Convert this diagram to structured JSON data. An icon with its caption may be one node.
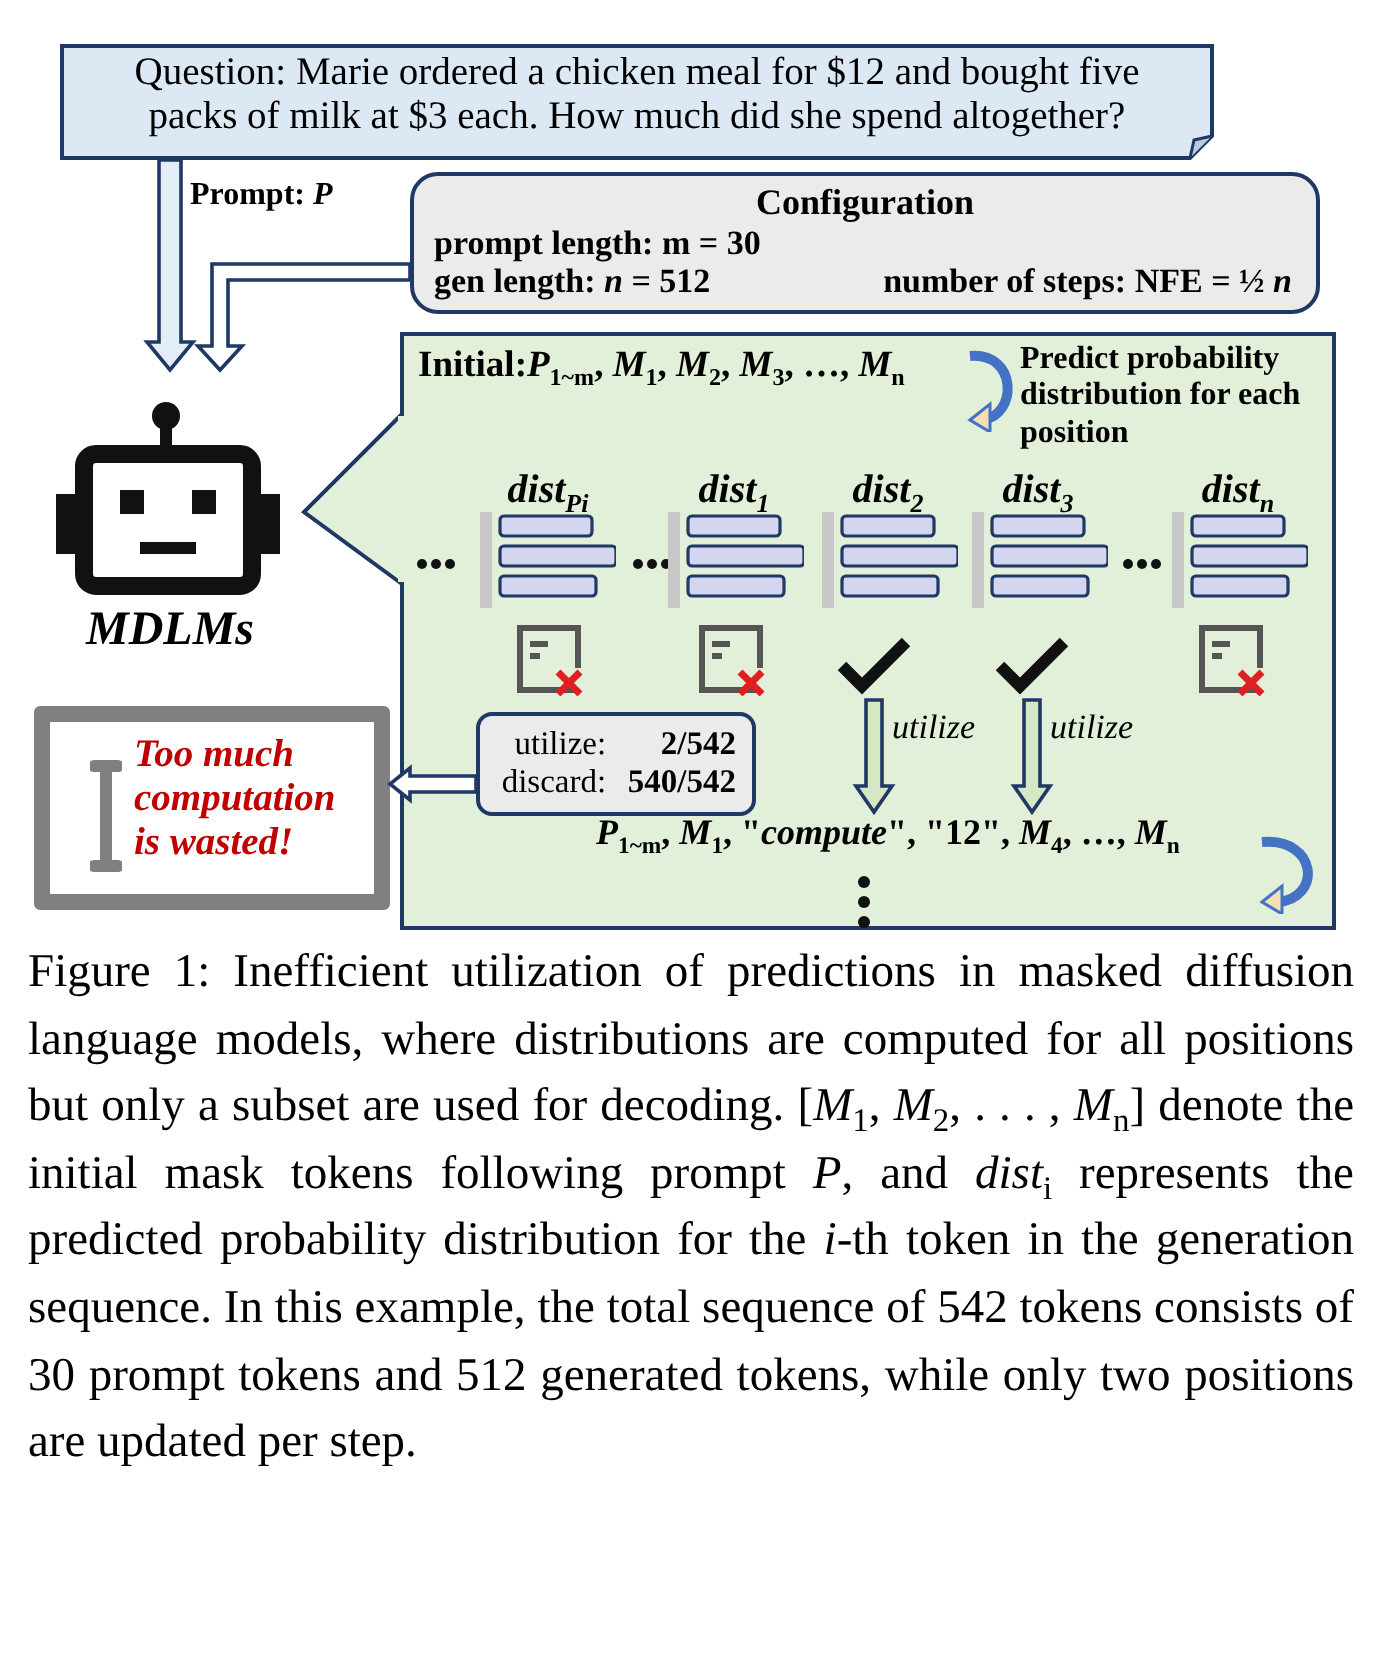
{
  "diagram": {
    "caption": "Figure 1: Inefficient utilization of predictions in masked diffusion language models, where distributions are computed for all positions but only a subset are used for decoding. [*M*$_{1}$, *M*$_{2}$, . . . , *M*$_{n}$] denote the initial mask tokens following prompt *P*, and *dist*$_{i}$ represents the predicted probability distribution for the *i*-th token in the generation sequence. In this example, the total sequence of 542 tokens consists of 30 prompt tokens and 512 generated tokens, while only two positions are updated per step.",
    "nodes": [
      {
        "text": [
          "Question: Marie ordered a chicken meal for $12 and bought five packs of milk at $3 each. How much did she spend altogether?"
        ]
      },
      {
        "text": [
          "Configuration",
          "prompt length: m = 30",
          "gen length: *n* = 512",
          "number of steps: NFE = ½ *n*"
        ]
      },
      {
        "text": [
          "MDLMs"
        ]
      },
      {
        "text": [
          "Initial:*P*$_{1~m}$, *M*$_{1}$, *M*$_{2}$, *M*$_{3}$, …, *M*$_{n}$",
          "Predict probability distribution for each position"
        ]
      },
      {
        "text": [
          "dist$_{Pi}$"
        ],
        "in": 3
      },
      {
        "text": [
          "dist$_{1}$"
        ],
        "in": 3
      },
      {
        "text": [
          "dist$_{2}$"
        ],
        "in": 3
      },
      {
        "text": [
          "dist$_{3}$"
        ],
        "in": 3
      },
      {
        "text": [
          "dist$_{n}$"
        ],
        "in": 3
      },
      {
        "text": [],
        "shape": "check",
        "in": 3
      },
      {
        "text": [],
        "shape": "check",
        "in": 3
      },
      {
        "text": [
          "utilize:",
          "2/542",
          "discard:",
          "540/542"
        ],
        "in": 3
      },
      {
        "text": [
          "*P*$_{1~m}$, *M*$_{1}$, \"*compute*\", \"12\", *M*$_{4}$, …, *M*$_{n}$"
        ],
        "in": 3
      },
      {
        "text": [
          "Too much computation is wasted!"
        ]
      }
    ],
    "edges": [
      {
        "from": 0,
        "to": 2,
        "arrow": "to",
        "label": "Prompt: *P*"
      },
      {
        "from": 1,
        "to": 2,
        "arrow": "to"
      },
      {
        "from": 9,
        "to": 12,
        "arrow": "to",
        "label": "utilize"
      },
      {
        "from": 10,
        "to": 12,
        "arrow": "to",
        "label": "utilize"
      },
      {
        "from": 11,
        "to": 13,
        "arrow": "to"
      }
    ]
  }
}
